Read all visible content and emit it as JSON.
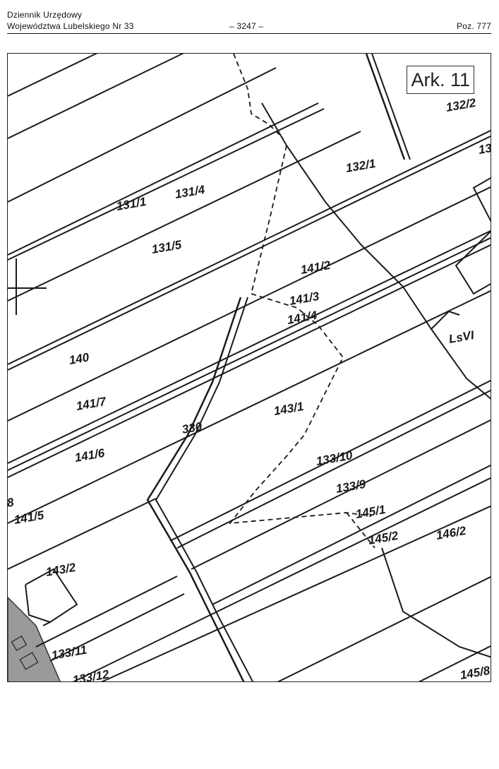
{
  "header": {
    "journal_line1": "Dziennik Urzędowy",
    "journal_line2": "Województwa Lubelskiego Nr 33",
    "page_number": "– 3247 –",
    "position": "Poz. 777"
  },
  "map": {
    "sheet_label": "Ark. 11",
    "parcels": [
      {
        "id": "p-132-2",
        "label": "132/2"
      },
      {
        "id": "p-132-1",
        "label": "132/1"
      },
      {
        "id": "p-13x",
        "label": "13"
      },
      {
        "id": "p-131-1",
        "label": "131/1"
      },
      {
        "id": "p-131-4",
        "label": "131/4"
      },
      {
        "id": "p-131-5",
        "label": "131/5"
      },
      {
        "id": "p-141-2",
        "label": "141/2"
      },
      {
        "id": "p-141-3",
        "label": "141/3"
      },
      {
        "id": "p-141-4",
        "label": "141/4"
      },
      {
        "id": "p-lsvi",
        "label": "LsVI"
      },
      {
        "id": "p-140",
        "label": "140"
      },
      {
        "id": "p-141-7",
        "label": "141/7"
      },
      {
        "id": "p-330",
        "label": "330"
      },
      {
        "id": "p-143-1",
        "label": "143/1"
      },
      {
        "id": "p-141-6",
        "label": "141/6"
      },
      {
        "id": "p-133-10",
        "label": "133/10"
      },
      {
        "id": "p-133-9",
        "label": "133/9"
      },
      {
        "id": "p-8",
        "label": "8"
      },
      {
        "id": "p-141-5",
        "label": "141/5"
      },
      {
        "id": "p-145-1",
        "label": "145/1"
      },
      {
        "id": "p-145-2",
        "label": "145/2"
      },
      {
        "id": "p-146-2",
        "label": "146/2"
      },
      {
        "id": "p-143-2",
        "label": "143/2"
      },
      {
        "id": "p-133-11",
        "label": "133/11"
      },
      {
        "id": "p-133-12",
        "label": "133/12"
      },
      {
        "id": "p-145-8",
        "label": "145/8"
      }
    ]
  }
}
